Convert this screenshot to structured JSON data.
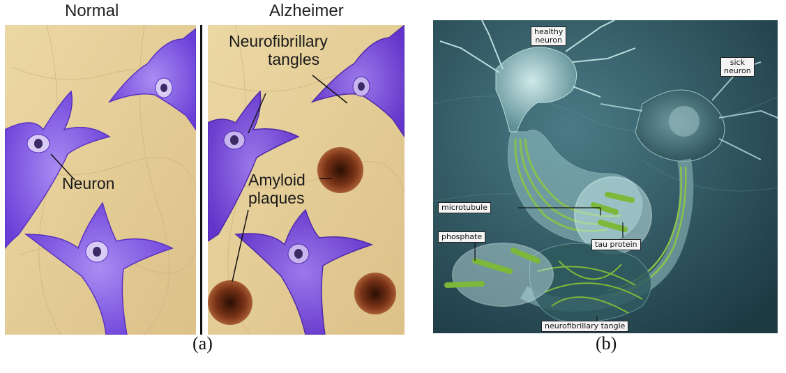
{
  "panel_a": {
    "header_left": "Normal",
    "header_right": "Alzheimer",
    "label_neuron": "Neuron",
    "label_tangles_line1": "Neurofibrillary",
    "label_tangles_line2": "tangles",
    "label_amyloid_line1": "Amyloid",
    "label_amyloid_line2": "plaques",
    "caption": "(a)"
  },
  "panel_b": {
    "label_healthy_line1": "healthy",
    "label_healthy_line2": "neuron",
    "label_sick_line1": "sick",
    "label_sick_line2": "neuron",
    "label_microtubule": "microtubule",
    "label_phosphate": "phosphate",
    "label_tau": "tau protein",
    "label_tangle": "neurofibrillary tangle",
    "caption": "(b)"
  },
  "colors": {
    "tissue": "#e6cf97",
    "neuron_purple": "#7a4fe0",
    "plaque": "#6b2a12",
    "panel_b_bg": "#2c5560",
    "axon_glow": "#bfe6e8",
    "fibril_green": "#7cb83a"
  }
}
